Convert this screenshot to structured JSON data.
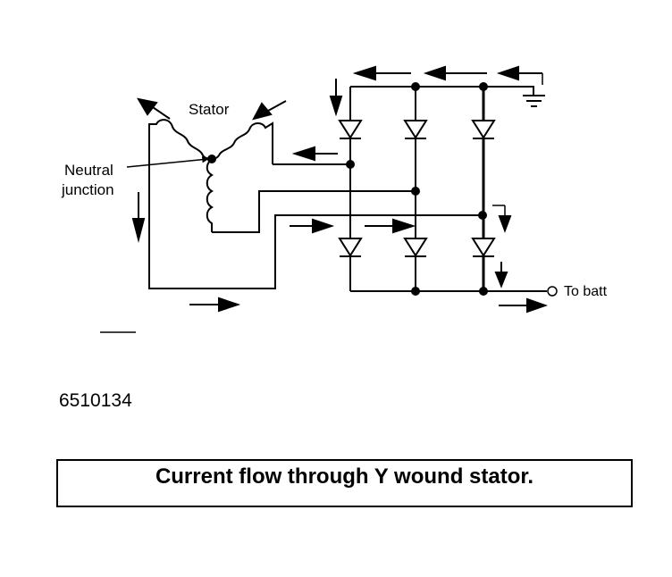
{
  "diagram": {
    "title_label": "Stator",
    "neutral_label_line1": "Neutral",
    "neutral_label_line2": "junction",
    "battery_label": "To batt",
    "figure_code": "6510134",
    "caption": "Current flow through Y wound stator."
  },
  "colors": {
    "ink": "#000000",
    "background": "#ffffff"
  },
  "components": {
    "stator_windings": 3,
    "diodes": 6,
    "diode_columns": 3,
    "ground_symbol": true,
    "battery_terminal": true
  }
}
